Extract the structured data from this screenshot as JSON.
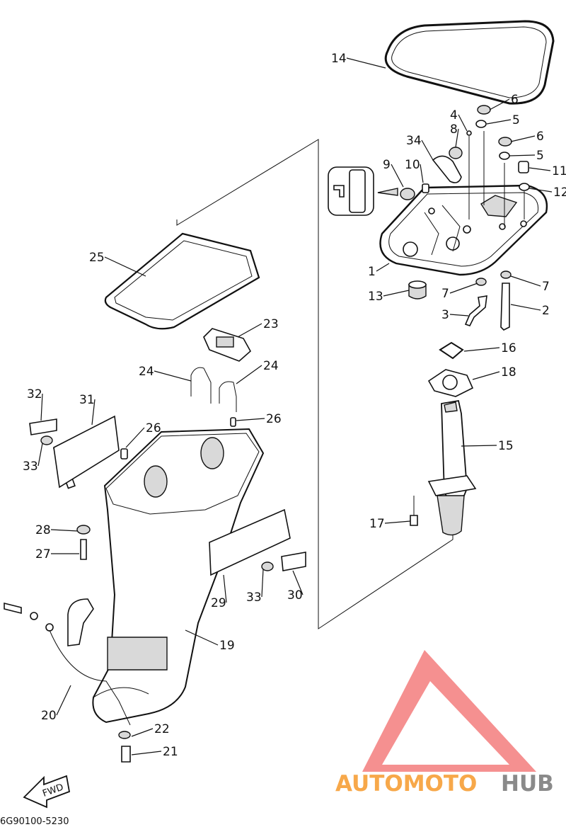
{
  "diagram": {
    "code": "6G90100-5230",
    "direction_tag": "FWD",
    "callouts": [
      "1",
      "2",
      "3",
      "4",
      "5",
      "5",
      "6",
      "6",
      "7",
      "7",
      "8",
      "9",
      "10",
      "11",
      "12",
      "13",
      "14",
      "15",
      "16",
      "17",
      "18",
      "19",
      "20",
      "21",
      "22",
      "23",
      "24",
      "24",
      "25",
      "26",
      "26",
      "27",
      "28",
      "29",
      "30",
      "31",
      "32",
      "33",
      "33",
      "34"
    ]
  },
  "watermark": {
    "part1": "AUTOMOTO",
    "part2": "HUB",
    "color_orange": "#f7a84a",
    "color_red": "#f26b6b",
    "color_gray": "#8a8a8a"
  }
}
